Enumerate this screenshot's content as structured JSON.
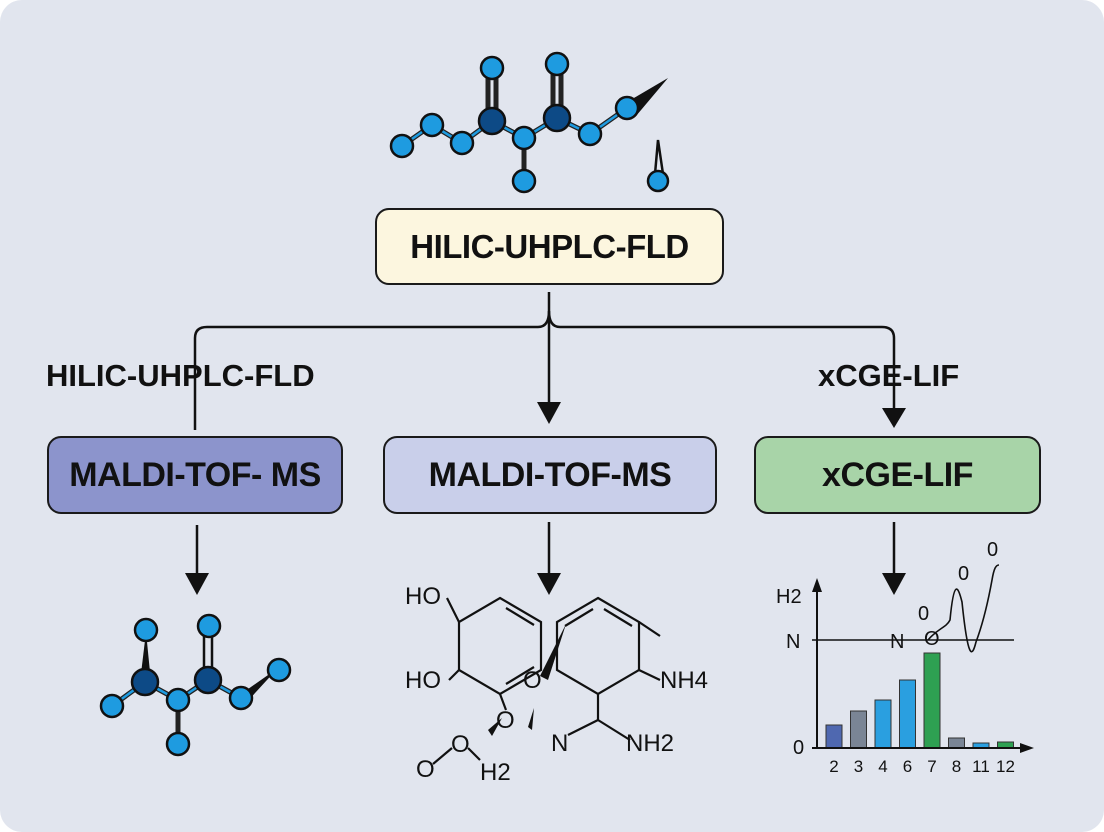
{
  "top_box": {
    "label": "HILIC-UHPLC-FLD",
    "color": "#fcf6df"
  },
  "side_labels": {
    "left": "HILIC-UHPLC-FLD",
    "right": "xCGE-LIF"
  },
  "method_boxes": [
    {
      "label": "MALDI-TOF- MS",
      "color": "#8c94cc"
    },
    {
      "label": "MALDI-TOF-MS",
      "color": "#c9cfea"
    },
    {
      "label": "xCGE-LIF",
      "color": "#a8d4a8"
    }
  ],
  "structure_labels": {
    "ho_top": "HO",
    "ho_bottom": "HO",
    "o_ring": "O",
    "o_bridge": "O",
    "o_bottom": "O",
    "o_lower": "O",
    "h2_bottom": "H2",
    "n_left": "N",
    "nh2": "NH2",
    "nh4": "NH4"
  },
  "chart_labels": {
    "y_top": "H2",
    "y_mid": "N",
    "y_zero": "0",
    "n_marker": "N",
    "o_marker_1": "0",
    "o_marker_2": "0",
    "o_marker_3": "0",
    "o_marker_4": "O"
  },
  "chart_data": {
    "type": "bar",
    "categories": [
      "2",
      "3",
      "4",
      "6",
      "7",
      "8",
      "11",
      "12"
    ],
    "values": [
      23,
      37,
      48,
      68,
      95,
      10,
      5,
      6
    ],
    "colors": [
      "#4f68b0",
      "#7a8595",
      "#2a9fe0",
      "#2a9fe0",
      "#2ea052",
      "#7a8595",
      "#2a9fe0",
      "#2ea052"
    ],
    "ylim": [
      0,
      135
    ],
    "grid": false
  },
  "colors": {
    "atom_light": "#1e9be0",
    "atom_dark": "#0d4a86",
    "bond": "#222222",
    "background": "#e1e5ee"
  }
}
